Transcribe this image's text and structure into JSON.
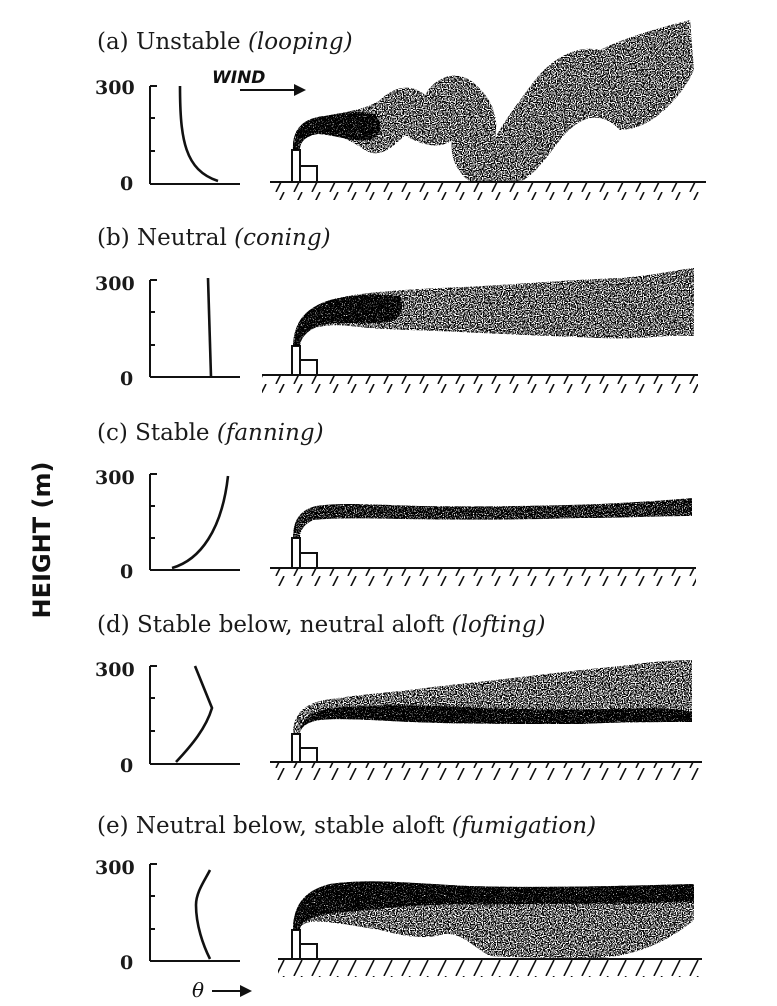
{
  "figure": {
    "y_axis_label": "HEIGHT (m)",
    "x_axis_label": "θ",
    "wind_label": "WIND",
    "y_tick_top": "300",
    "y_tick_bottom": "0"
  },
  "panels": [
    {
      "id": "a",
      "prefix": "(a) Unstable ",
      "plume_type": "(looping)",
      "profile": "unstable"
    },
    {
      "id": "b",
      "prefix": "(b) Neutral ",
      "plume_type": "(coning)",
      "profile": "neutral"
    },
    {
      "id": "c",
      "prefix": "(c) Stable ",
      "plume_type": "(fanning)",
      "profile": "stable"
    },
    {
      "id": "d",
      "prefix": "(d) Stable below, neutral aloft ",
      "plume_type": "(lofting)",
      "profile": "stable-below-neutral-aloft"
    },
    {
      "id": "e",
      "prefix": "(e) Neutral below, stable aloft ",
      "plume_type": "(fumigation)",
      "profile": "neutral-below-stable-aloft"
    }
  ],
  "colors": {
    "ink": "#111111",
    "background": "#ffffff"
  }
}
